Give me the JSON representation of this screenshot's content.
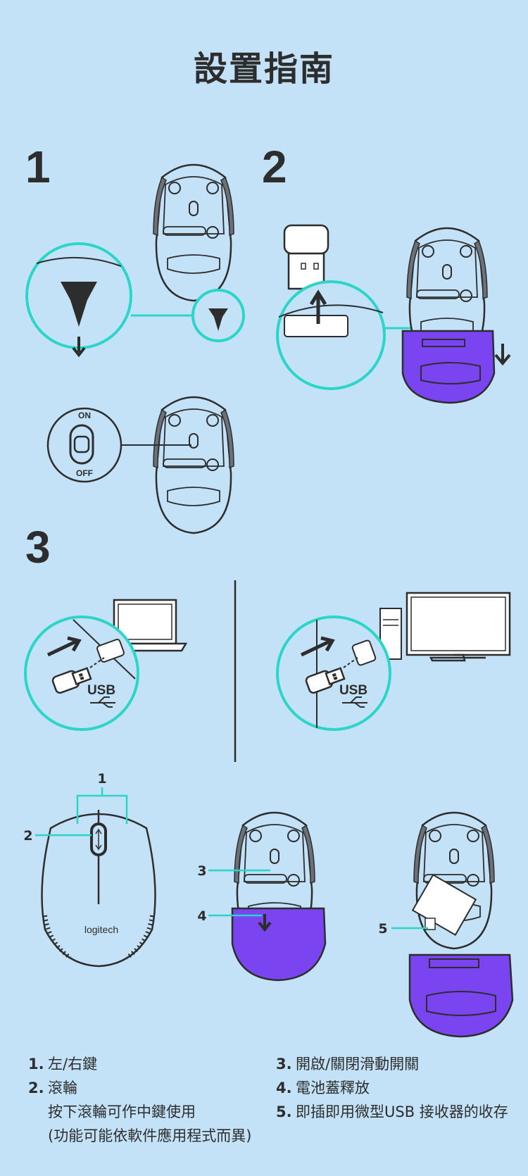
{
  "title": "設置指南",
  "steps": [
    "1",
    "2",
    "3"
  ],
  "switch": {
    "on": "ON",
    "off": "OFF"
  },
  "usb_label": "USB",
  "brand": "logitech",
  "callouts": [
    "1",
    "2",
    "3",
    "4",
    "5"
  ],
  "legend": {
    "left": [
      {
        "num": "1.",
        "text": "左/右鍵"
      },
      {
        "num": "2.",
        "text": "滾輪"
      }
    ],
    "left_sub": [
      "按下滾輪可作中鍵使用",
      "(功能可能依軟件應用程式而異)"
    ],
    "right": [
      {
        "num": "3.",
        "text": "開啟/關閉滑動開關"
      },
      {
        "num": "4.",
        "text": "電池蓋釋放"
      },
      {
        "num": "5.",
        "text": "即插即用微型USB 接收器的收存"
      }
    ]
  },
  "colors": {
    "background": "#c3e2f7",
    "accent": "#2bd6c8",
    "cover": "#7a44f0",
    "ink": "#2d2d2d"
  }
}
